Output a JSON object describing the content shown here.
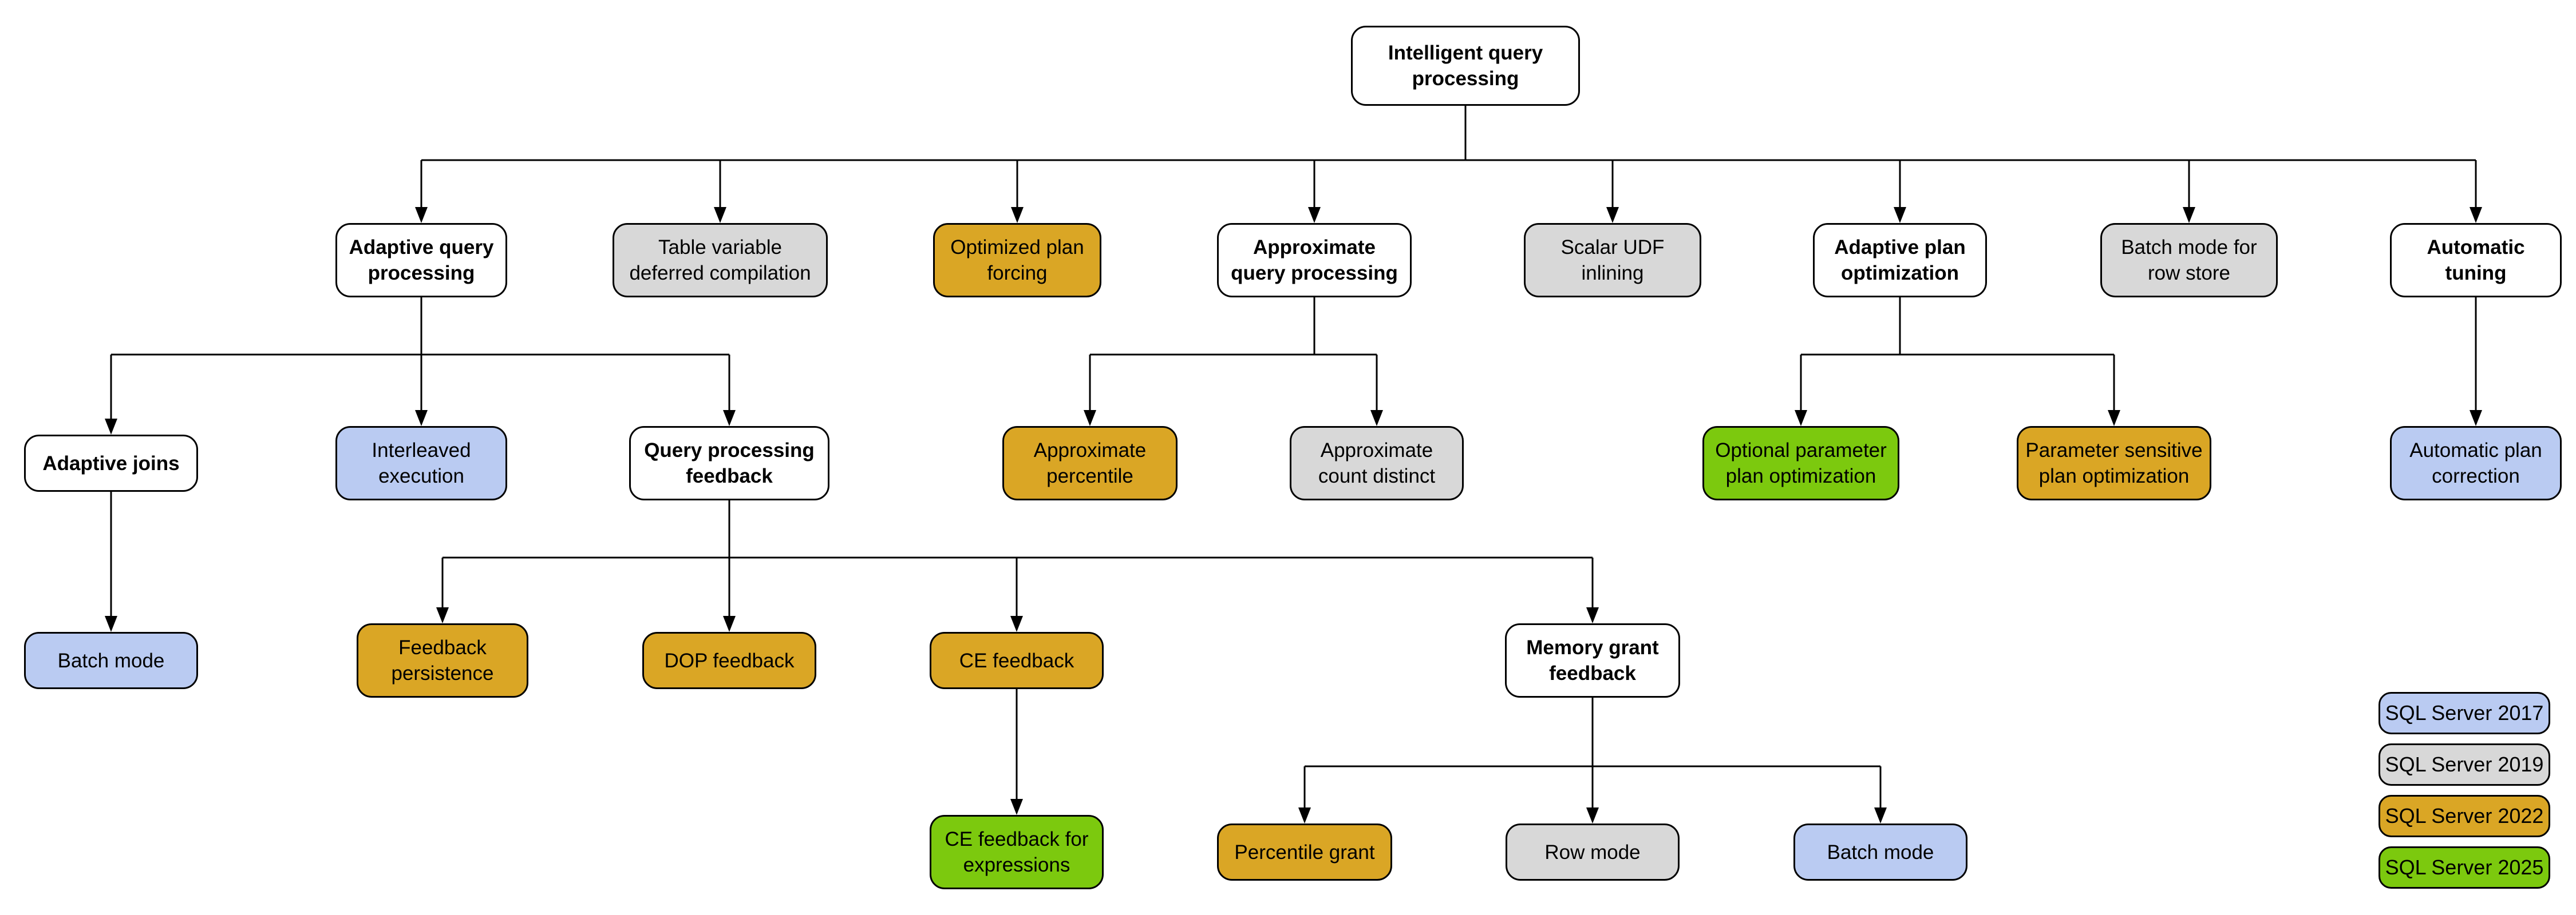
{
  "colors": {
    "branch": "#ffffff",
    "2017": "#bacbf2",
    "2019": "#d8d8d8",
    "2022": "#daa625",
    "2025": "#7cc90e"
  },
  "nodes": {
    "root": {
      "label": "Intelligent query\nprocessing",
      "version": "branch"
    },
    "adaptive_query_processing": {
      "label": "Adaptive query\nprocessing",
      "version": "branch"
    },
    "table_variable_deferred_compilation": {
      "label": "Table variable\ndeferred compilation",
      "version": "2019"
    },
    "optimized_plan_forcing": {
      "label": "Optimized plan\nforcing",
      "version": "2022"
    },
    "approximate_query_processing": {
      "label": "Approximate\nquery processing",
      "version": "branch"
    },
    "scalar_udf_inlining": {
      "label": "Scalar UDF\ninlining",
      "version": "2019"
    },
    "adaptive_plan_optimization": {
      "label": "Adaptive plan\noptimization",
      "version": "branch"
    },
    "batch_mode_for_row_store": {
      "label": "Batch mode for\nrow store",
      "version": "2019"
    },
    "automatic_tuning": {
      "label": "Automatic\ntuning",
      "version": "branch"
    },
    "adaptive_joins": {
      "label": "Adaptive joins",
      "version": "branch"
    },
    "interleaved_execution": {
      "label": "Interleaved\nexecution",
      "version": "2017"
    },
    "query_processing_feedback": {
      "label": "Query processing\nfeedback",
      "version": "branch"
    },
    "approximate_percentile": {
      "label": "Approximate\npercentile",
      "version": "2022"
    },
    "approximate_count_distinct": {
      "label": "Approximate\ncount distinct",
      "version": "2019"
    },
    "optional_parameter_plan_optimization": {
      "label": "Optional parameter\nplan optimization",
      "version": "2025"
    },
    "parameter_sensitive_plan_optimization": {
      "label": "Parameter sensitive\nplan optimization",
      "version": "2022"
    },
    "automatic_plan_correction": {
      "label": "Automatic plan\ncorrection",
      "version": "2017"
    },
    "batch_mode_adaptive_joins": {
      "label": "Batch mode",
      "version": "2017"
    },
    "feedback_persistence": {
      "label": "Feedback\npersistence",
      "version": "2022"
    },
    "dop_feedback": {
      "label": "DOP feedback",
      "version": "2022"
    },
    "ce_feedback": {
      "label": "CE feedback",
      "version": "2022"
    },
    "memory_grant_feedback": {
      "label": "Memory grant\nfeedback",
      "version": "branch"
    },
    "ce_feedback_for_expressions": {
      "label": "CE feedback for\nexpressions",
      "version": "2025"
    },
    "percentile_grant": {
      "label": "Percentile grant",
      "version": "2022"
    },
    "row_mode": {
      "label": "Row mode",
      "version": "2019"
    },
    "batch_mode_memory_grant": {
      "label": "Batch mode",
      "version": "2017"
    }
  },
  "legend": {
    "items": [
      {
        "label": "SQL Server 2017",
        "version": "2017"
      },
      {
        "label": "SQL Server 2019",
        "version": "2019"
      },
      {
        "label": "SQL Server 2022",
        "version": "2022"
      },
      {
        "label": "SQL Server 2025",
        "version": "2025"
      }
    ]
  }
}
